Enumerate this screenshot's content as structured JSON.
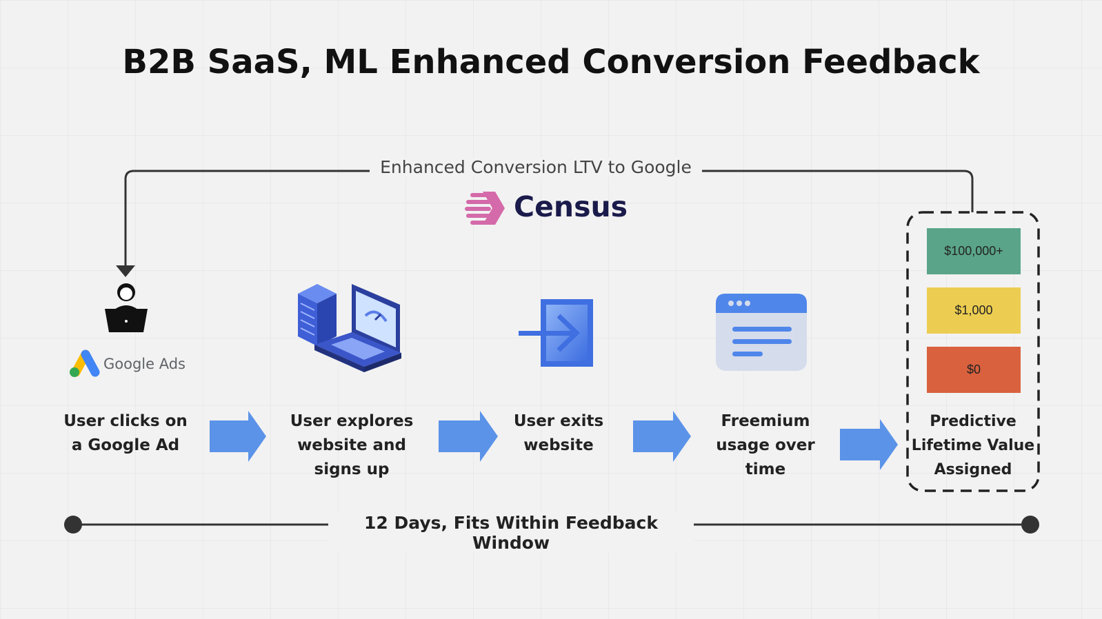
{
  "title": "B2B SaaS, ML Enhanced Conversion Feedback",
  "feedback_loop": {
    "label": "Enhanced Conversion LTV to Google",
    "brand": "Census"
  },
  "google_ads": {
    "label": "Google Ads"
  },
  "steps": [
    {
      "lines": [
        "User clicks on",
        "a Google Ad"
      ]
    },
    {
      "lines": [
        "User explores",
        "website and",
        "signs up"
      ]
    },
    {
      "lines": [
        "User exits",
        "website"
      ]
    },
    {
      "lines": [
        "Freemium",
        "usage over",
        "time"
      ]
    },
    {
      "lines": [
        "Predictive",
        "Lifetime Value",
        "Assigned"
      ]
    }
  ],
  "ltv_values": [
    {
      "label": "$100,000+",
      "color": "#5aa58a"
    },
    {
      "label": "$1,000",
      "color": "#eccd51"
    },
    {
      "label": "$0",
      "color": "#d9613e"
    }
  ],
  "timeline": {
    "label": "12 Days, Fits Within Feedback Window"
  },
  "colors": {
    "arrow_blue": "#5b93e8",
    "census_pink": "#d46aa9",
    "census_navy": "#1a1b4b"
  }
}
